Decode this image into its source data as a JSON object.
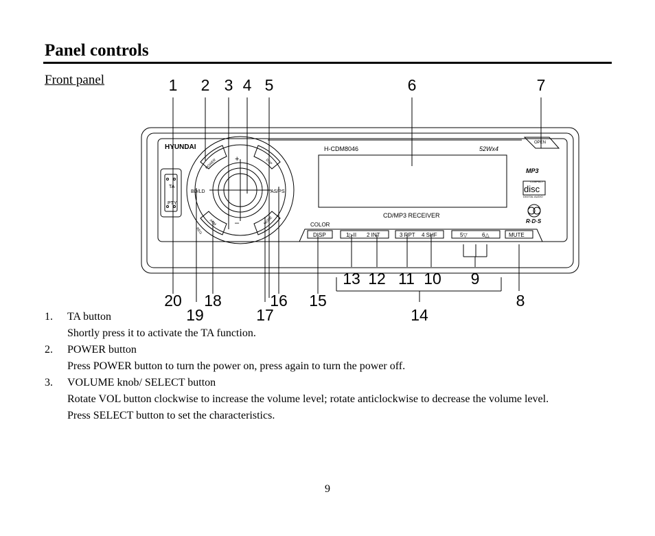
{
  "page": {
    "title": "Panel controls",
    "subtitle": "Front panel",
    "page_number": "9"
  },
  "figure": {
    "device": {
      "brand": "HYUNDAI",
      "model": "H-CDM8046",
      "power": "52Wx4",
      "receiver_label": "CD/MP3 RECEIVER",
      "color_label": "COLOR",
      "open_label": "OPEN",
      "mp3_logo": "MP3",
      "cd_logo_top": "COMPACT",
      "cd_logo_main": "disc",
      "cd_logo_bottom": "DIGITAL AUDIO",
      "rds_logo": "R·D·S",
      "button_labels": {
        "ta": "TA",
        "pty": "PTY",
        "bdld": "BD/LD",
        "asps": "AS/PS",
        "power": "POWER",
        "dsp": "DSP",
        "mode": "MODE",
        "apm": "APM",
        "reg": "REG",
        "plus": "+",
        "minus": "–",
        "disp": "DISP",
        "preset1": "1▷II",
        "preset2": "2 INT",
        "preset3": "3 RPT",
        "preset4": "4 SHF",
        "preset5": "5▽",
        "preset6": "6△",
        "mute": "MUTE"
      }
    },
    "callouts": [
      "1",
      "2",
      "3",
      "4",
      "5",
      "6",
      "7",
      "8",
      "9",
      "10",
      "11",
      "12",
      "13",
      "14",
      "15",
      "16",
      "17",
      "18",
      "19",
      "20"
    ]
  },
  "items": [
    {
      "number": "1.",
      "head": "TA button",
      "desc": [
        "Shortly press it to activate the TA function."
      ]
    },
    {
      "number": "2.",
      "head": "POWER button",
      "desc": [
        "Press POWER button to turn the power on, press again to turn the power off."
      ]
    },
    {
      "number": "3.",
      "head": "VOLUME knob/ SELECT button",
      "desc": [
        "Rotate VOL button clockwise to increase the volume level; rotate anticlockwise to decrease the volume level.",
        "Press SELECT button to set the characteristics."
      ]
    }
  ]
}
